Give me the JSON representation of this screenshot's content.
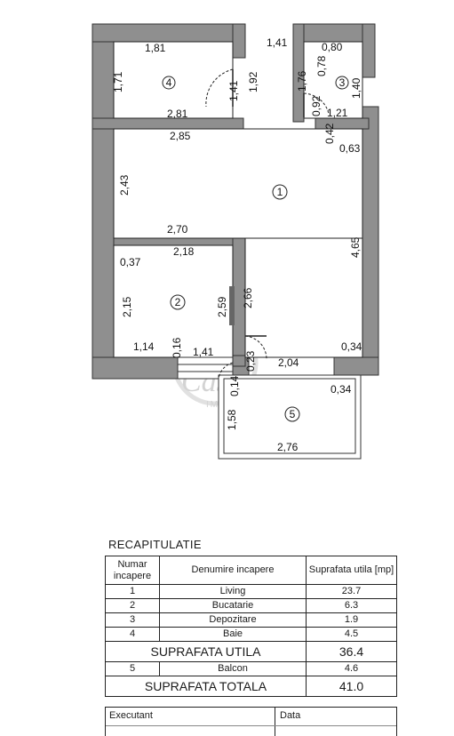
{
  "plan": {
    "rooms": {
      "r1": "1",
      "r2": "2",
      "r3": "3",
      "r4": "4",
      "r5": "5"
    },
    "dims": {
      "d181": "1,81",
      "d171": "1,71",
      "d281": "2,81",
      "d141a": "1,41",
      "d192": "1,92",
      "d141top": "1,41",
      "d080": "0,80",
      "d078": "0,78",
      "d176": "1,76",
      "d140": "1,40",
      "d092": "0,92",
      "d121": "1,21",
      "d042": "0,42",
      "d063": "0,63",
      "d285": "2,85",
      "d243": "2,43",
      "d270": "2,70",
      "d218": "2,18",
      "d465": "4,65",
      "d037": "0,37",
      "d215": "2,15",
      "d259": "2,59",
      "d266": "2,66",
      "d114": "1,14",
      "d016": "0,16",
      "d141b": "1,41",
      "d023": "0,23",
      "d204": "2,04",
      "d034a": "0,34",
      "d014": "0,14",
      "d034b": "0,34",
      "d158": "1,58",
      "d276": "2,76"
    },
    "watermark": {
      "main": "Casa",
      "sub": "IMOBILIARE"
    }
  },
  "recap": {
    "title": "RECAPITULATIE",
    "headers": {
      "nr": "Numar incapere",
      "name": "Denumire incapere",
      "area": "Suprafata utila [mp]"
    },
    "rows": [
      {
        "nr": "1",
        "name": "Living",
        "area": "23.7"
      },
      {
        "nr": "2",
        "name": "Bucatarie",
        "area": "6.3"
      },
      {
        "nr": "3",
        "name": "Depozitare",
        "area": "1.9"
      },
      {
        "nr": "4",
        "name": "Baie",
        "area": "4.5"
      }
    ],
    "utila": {
      "label": "SUPRAFATA UTILA",
      "value": "36.4"
    },
    "balcon": {
      "nr": "5",
      "name": "Balcon",
      "area": "4.6"
    },
    "totala": {
      "label": "SUPRAFATA TOTALA",
      "value": "41.0"
    },
    "executant": "Executant",
    "data": "Data"
  }
}
